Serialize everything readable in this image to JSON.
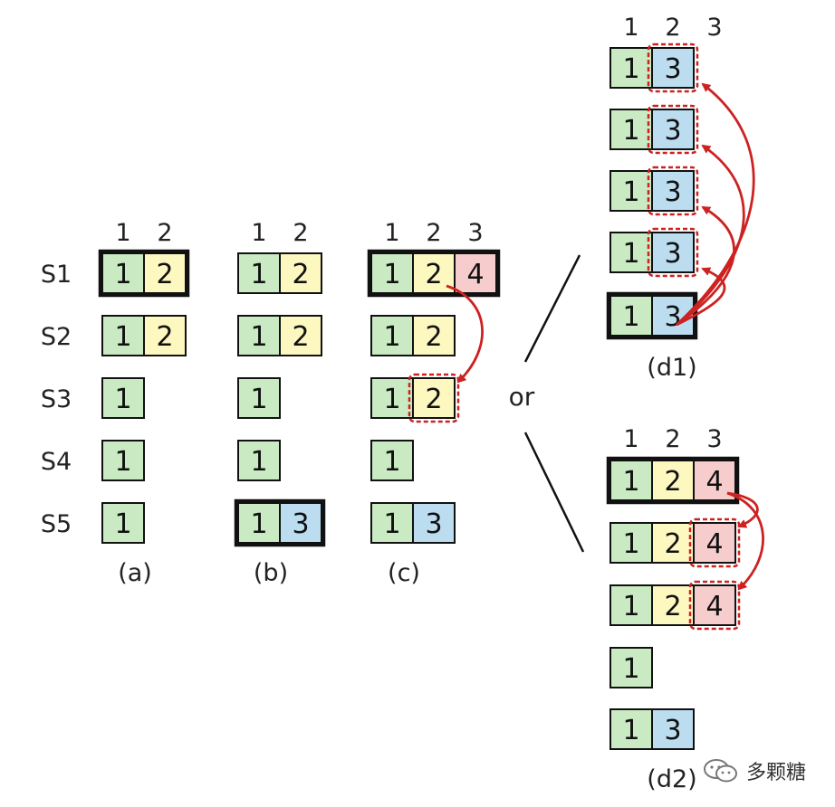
{
  "colors": {
    "term1": "#c9eac3",
    "term2": "#fdf7c0",
    "term3": "#bcdcf0",
    "term4": "#f6cccc",
    "arrow": "#cc2222",
    "border": "#111111"
  },
  "server_labels": [
    "S1",
    "S2",
    "S3",
    "S4",
    "S5"
  ],
  "or_label": "or",
  "watermark": {
    "text": "多颗糖",
    "icon": "wechat-bubble-icon"
  },
  "panels": [
    {
      "id": "a",
      "caption": "(a)",
      "index_headers": [
        "1",
        "2"
      ],
      "servers": [
        {
          "entries": [
            1,
            2
          ],
          "leader": true
        },
        {
          "entries": [
            1,
            2
          ],
          "leader": false
        },
        {
          "entries": [
            1
          ],
          "leader": false
        },
        {
          "entries": [
            1
          ],
          "leader": false
        },
        {
          "entries": [
            1
          ],
          "leader": false
        }
      ],
      "highlights": [],
      "arrows": []
    },
    {
      "id": "b",
      "caption": "(b)",
      "index_headers": [
        "1",
        "2"
      ],
      "servers": [
        {
          "entries": [
            1,
            2
          ],
          "leader": false
        },
        {
          "entries": [
            1,
            2
          ],
          "leader": false
        },
        {
          "entries": [
            1
          ],
          "leader": false
        },
        {
          "entries": [
            1
          ],
          "leader": false
        },
        {
          "entries": [
            1,
            3
          ],
          "leader": true
        }
      ],
      "highlights": [],
      "arrows": []
    },
    {
      "id": "c",
      "caption": "(c)",
      "index_headers": [
        "1",
        "2",
        "3"
      ],
      "servers": [
        {
          "entries": [
            1,
            2,
            4
          ],
          "leader": true
        },
        {
          "entries": [
            1,
            2
          ],
          "leader": false
        },
        {
          "entries": [
            1,
            2
          ],
          "leader": false
        },
        {
          "entries": [
            1
          ],
          "leader": false
        },
        {
          "entries": [
            1,
            3
          ],
          "leader": false
        }
      ],
      "highlights": [
        {
          "server": 2,
          "index": 1
        }
      ],
      "arrows": [
        {
          "from": {
            "server": 0,
            "index": 1
          },
          "to": {
            "server": 2,
            "index": 1
          }
        }
      ]
    },
    {
      "id": "d1",
      "caption": "(d1)",
      "index_headers": [
        "1",
        "2",
        "3"
      ],
      "servers": [
        {
          "entries": [
            1,
            3
          ],
          "leader": false
        },
        {
          "entries": [
            1,
            3
          ],
          "leader": false
        },
        {
          "entries": [
            1,
            3
          ],
          "leader": false
        },
        {
          "entries": [
            1,
            3
          ],
          "leader": false
        },
        {
          "entries": [
            1,
            3
          ],
          "leader": true
        }
      ],
      "highlights": [
        {
          "server": 0,
          "index": 1
        },
        {
          "server": 1,
          "index": 1
        },
        {
          "server": 2,
          "index": 1
        },
        {
          "server": 3,
          "index": 1
        }
      ],
      "arrows": [
        {
          "from": {
            "server": 4,
            "index": 1
          },
          "to": {
            "server": 0,
            "index": 1
          }
        },
        {
          "from": {
            "server": 4,
            "index": 1
          },
          "to": {
            "server": 1,
            "index": 1
          }
        },
        {
          "from": {
            "server": 4,
            "index": 1
          },
          "to": {
            "server": 2,
            "index": 1
          }
        },
        {
          "from": {
            "server": 4,
            "index": 1
          },
          "to": {
            "server": 3,
            "index": 1
          }
        }
      ]
    },
    {
      "id": "d2",
      "caption": "(d2)",
      "index_headers": [
        "1",
        "2",
        "3"
      ],
      "servers": [
        {
          "entries": [
            1,
            2,
            4
          ],
          "leader": true
        },
        {
          "entries": [
            1,
            2,
            4
          ],
          "leader": false
        },
        {
          "entries": [
            1,
            2,
            4
          ],
          "leader": false
        },
        {
          "entries": [
            1
          ],
          "leader": false
        },
        {
          "entries": [
            1,
            3
          ],
          "leader": false
        }
      ],
      "highlights": [
        {
          "server": 1,
          "index": 2
        },
        {
          "server": 2,
          "index": 2
        }
      ],
      "arrows": [
        {
          "from": {
            "server": 0,
            "index": 2
          },
          "to": {
            "server": 1,
            "index": 2
          }
        },
        {
          "from": {
            "server": 0,
            "index": 2
          },
          "to": {
            "server": 2,
            "index": 2
          }
        }
      ]
    }
  ]
}
